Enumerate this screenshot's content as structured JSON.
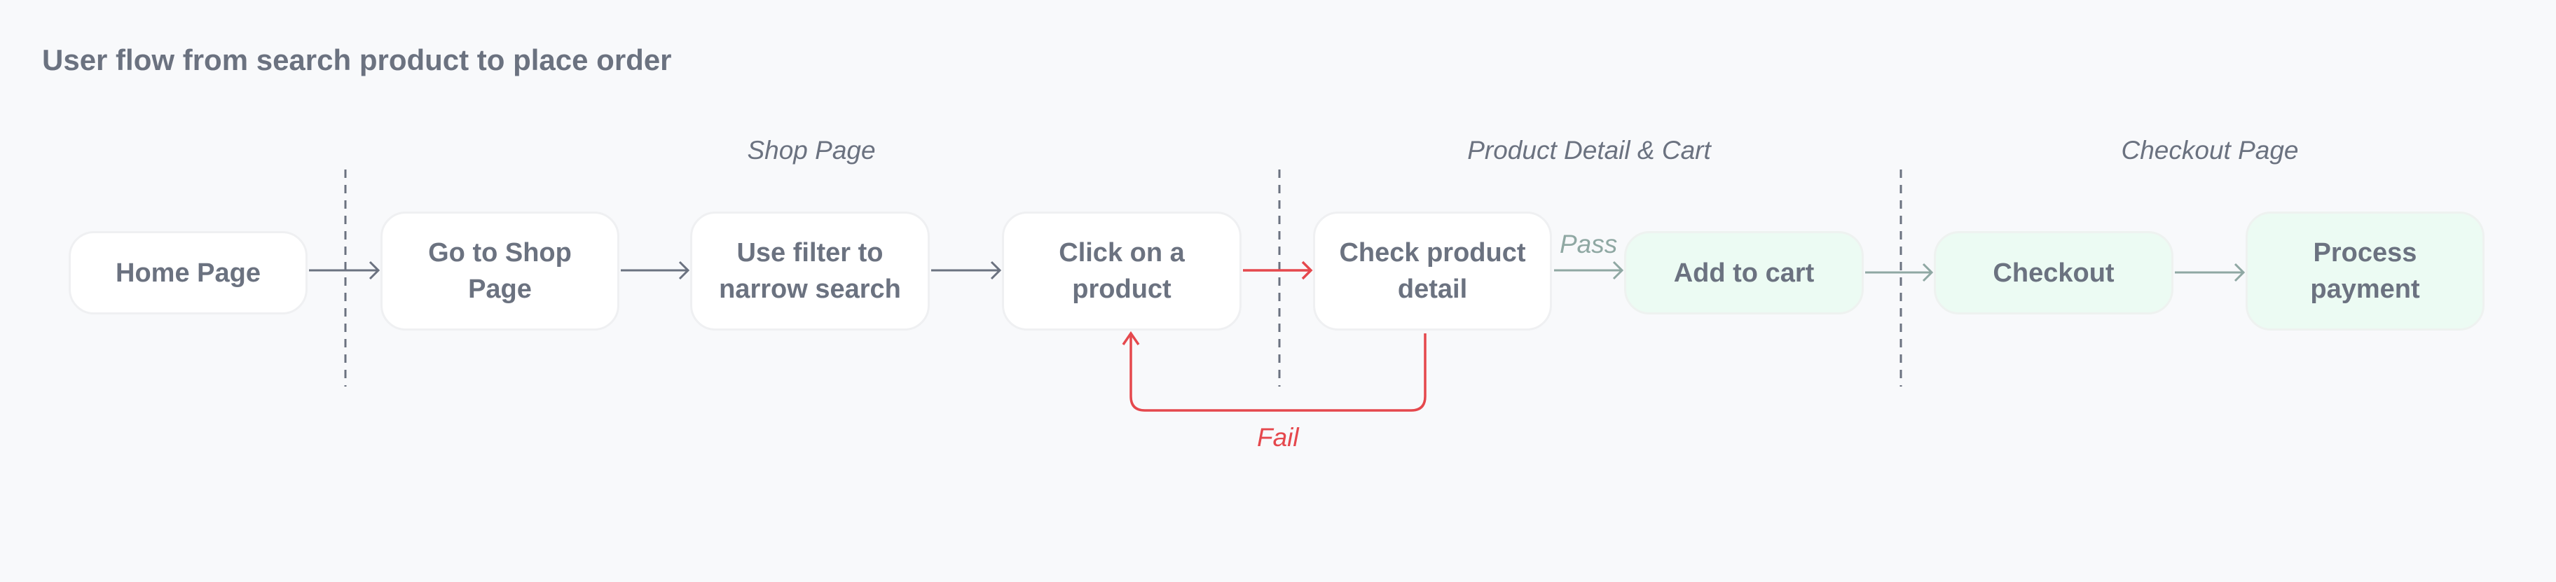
{
  "title": "User flow from search product to place order",
  "sections": [
    {
      "label": "Shop Page"
    },
    {
      "label": "Product Detail & Cart"
    },
    {
      "label": "Checkout Page"
    }
  ],
  "steps": [
    {
      "label": "Home Page",
      "variant": "default"
    },
    {
      "label": "Go to Shop Page",
      "variant": "default"
    },
    {
      "label": "Use filter to narrow search",
      "variant": "default"
    },
    {
      "label": "Click on a product",
      "variant": "default"
    },
    {
      "label": "Check product detail",
      "variant": "default"
    },
    {
      "label": "Add to cart",
      "variant": "success"
    },
    {
      "label": "Checkout",
      "variant": "success"
    },
    {
      "label": "Process payment",
      "variant": "success"
    }
  ],
  "edges": {
    "pass_label": "Pass",
    "fail_label": "Fail"
  },
  "colors": {
    "background": "#f8f9fb",
    "text": "#6b7280",
    "arrow_default": "#6b7280",
    "arrow_fail": "#e5484d",
    "arrow_pass": "#8fa8a3",
    "success_fill": "#ecfbf3",
    "box_border": "#eff0f2"
  }
}
